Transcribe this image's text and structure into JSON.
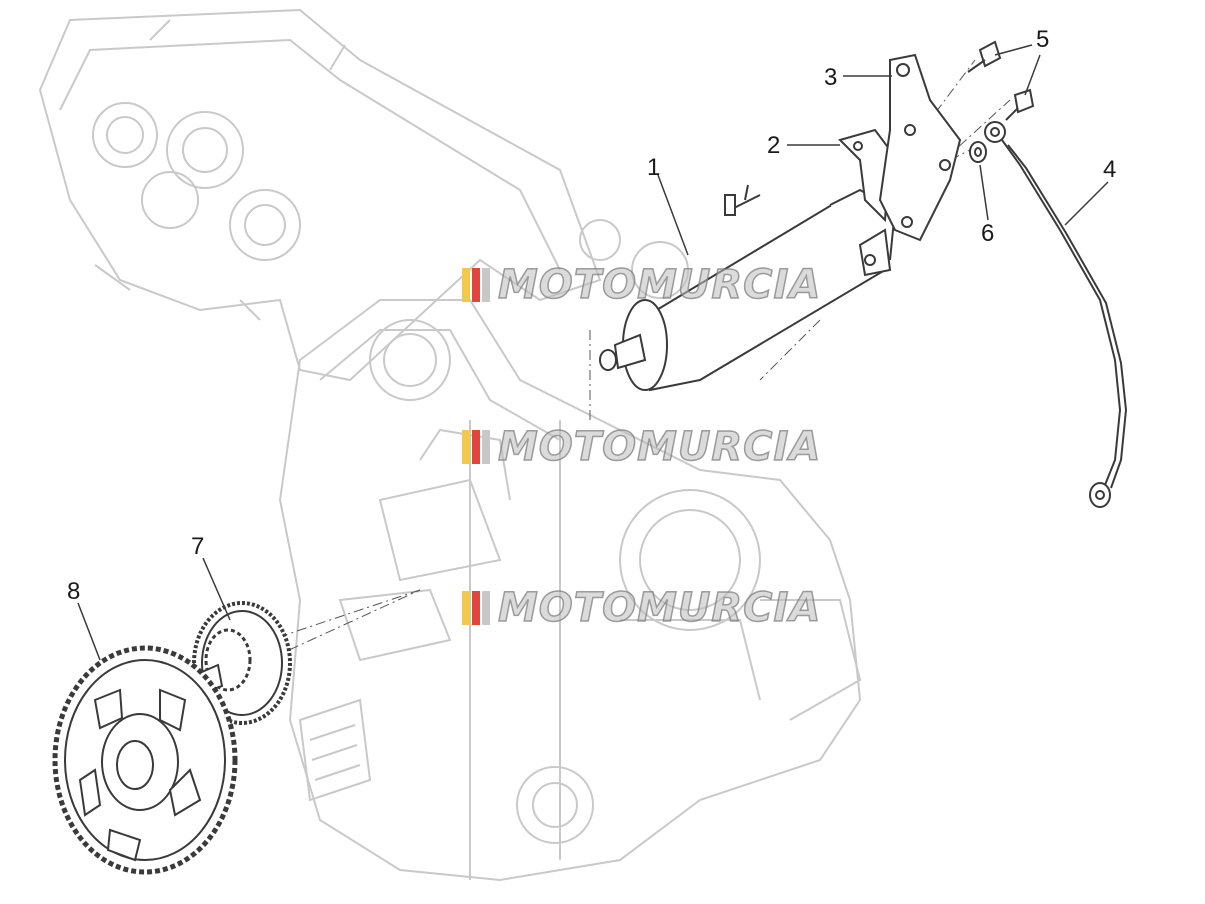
{
  "diagram": {
    "callouts": [
      {
        "id": "1",
        "label": "1"
      },
      {
        "id": "2",
        "label": "2"
      },
      {
        "id": "3",
        "label": "3"
      },
      {
        "id": "4",
        "label": "4"
      },
      {
        "id": "5",
        "label": "5"
      },
      {
        "id": "6",
        "label": "6"
      },
      {
        "id": "7",
        "label": "7"
      },
      {
        "id": "8",
        "label": "8"
      }
    ],
    "watermark": {
      "text": "MOTOMURCIA",
      "flag_colors": [
        "#f2c94c",
        "#e0463c",
        "#c8c8c8"
      ]
    },
    "colors": {
      "engine_lines": "#c9c9c9",
      "part_lines": "#3a3a3a"
    }
  }
}
